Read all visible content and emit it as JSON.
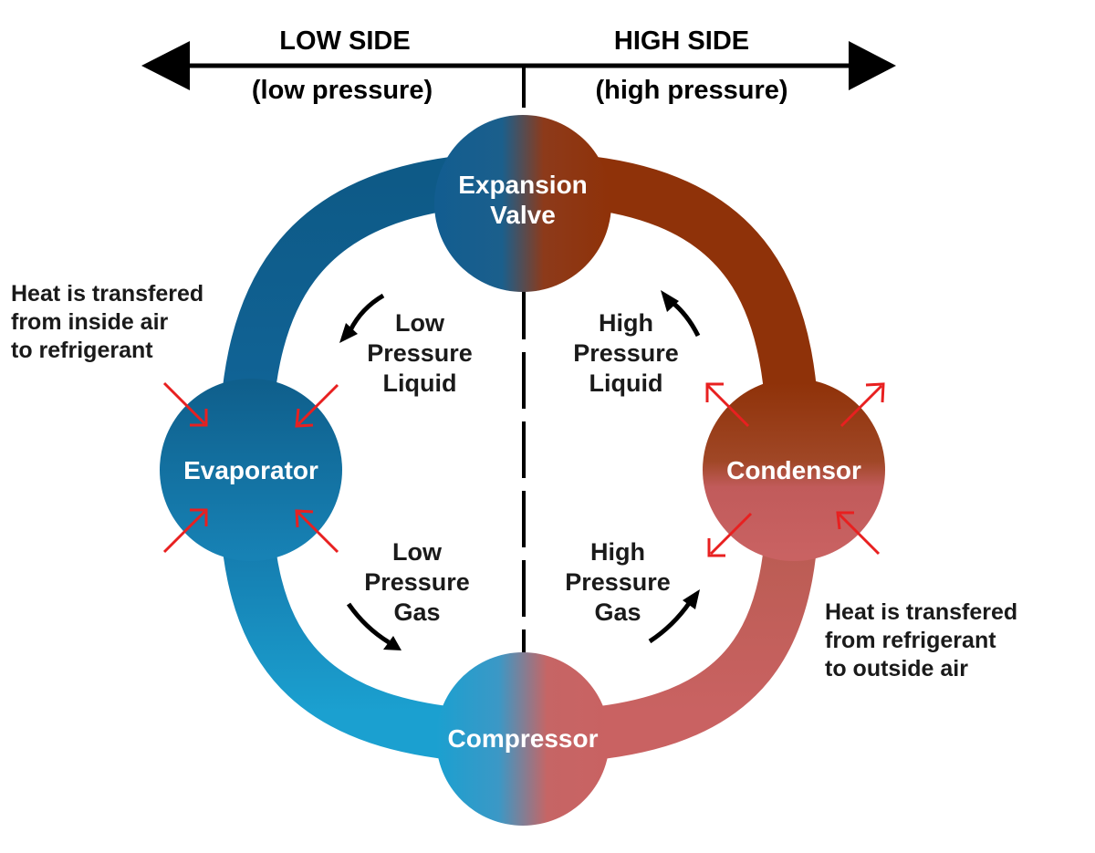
{
  "sides": {
    "low": {
      "title": "LOW SIDE",
      "subtitle": "(low pressure)"
    },
    "high": {
      "title": "HIGH SIDE",
      "subtitle": "(high pressure)"
    }
  },
  "components": {
    "expansion_valve": {
      "line1": "Expansion",
      "line2": "Valve"
    },
    "evaporator": {
      "label": "Evaporator"
    },
    "condensor": {
      "label": "Condensor"
    },
    "compressor": {
      "label": "Compressor"
    }
  },
  "flows": {
    "low_pressure_liquid": [
      "Low",
      "Pressure",
      "Liquid"
    ],
    "high_pressure_liquid": [
      "High",
      "Pressure",
      "Liquid"
    ],
    "low_pressure_gas": [
      "Low",
      "Pressure",
      "Gas"
    ],
    "high_pressure_gas": [
      "High",
      "Pressure",
      "Gas"
    ]
  },
  "notes": {
    "evaporator_heat": [
      "Heat is transfered",
      "from inside air",
      "to refrigerant"
    ],
    "condensor_heat": [
      "Heat is transfered",
      "from refrigerant",
      "to outside air"
    ]
  },
  "colors": {
    "cold_dark": "#0f5f8c",
    "cold_light": "#1a9ccd",
    "hot_dark": "#8f3209",
    "hot_light": "#c96262",
    "heat_arrow": "#e82020",
    "axis": "#000000"
  }
}
